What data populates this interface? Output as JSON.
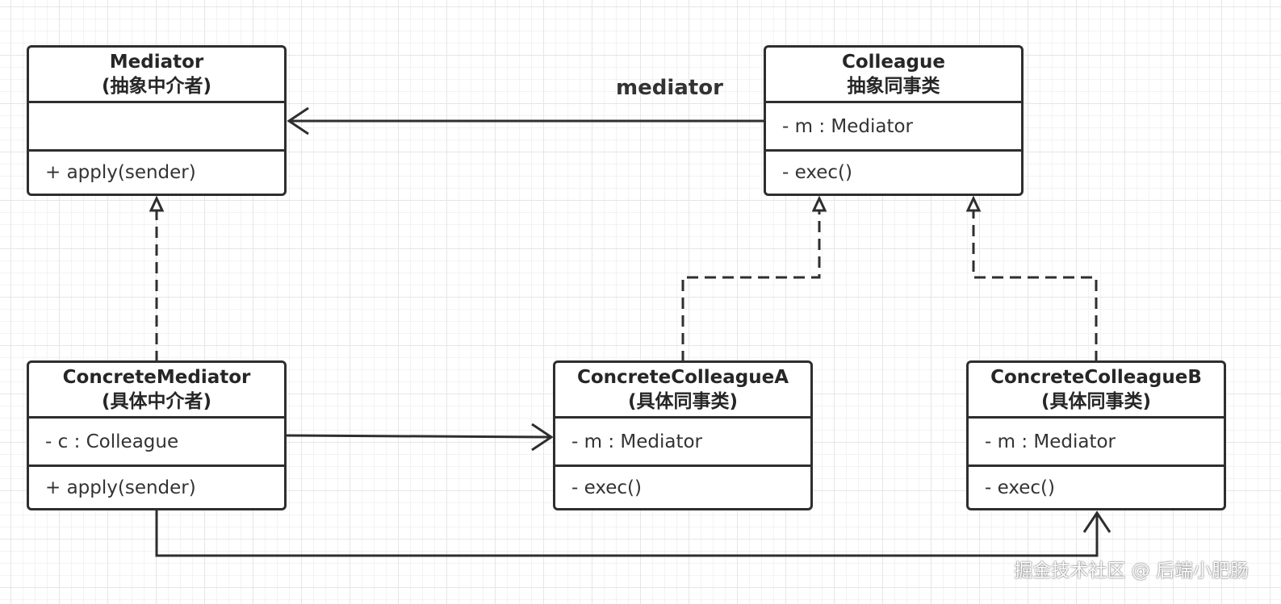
{
  "classes": {
    "mediator": {
      "name": "Mediator",
      "subtitle": "(抽象中介者)",
      "attributes": "",
      "methods": "+ apply(sender)"
    },
    "colleague": {
      "name": "Colleague",
      "subtitle": "抽象同事类",
      "attributes": "- m : Mediator",
      "methods": "- exec()"
    },
    "concrete_mediator": {
      "name": "ConcreteMediator",
      "subtitle": "(具体中介者)",
      "attributes": "- c : Colleague",
      "methods": "+ apply(sender)"
    },
    "concrete_colleague_a": {
      "name": "ConcreteColleagueA",
      "subtitle": "(具体同事类)",
      "attributes": "- m : Mediator",
      "methods": "- exec()"
    },
    "concrete_colleague_b": {
      "name": "ConcreteColleagueB",
      "subtitle": "(具体同事类)",
      "attributes": "- m : Mediator",
      "methods": "- exec()"
    }
  },
  "relations": {
    "mediator_label": "mediator"
  },
  "watermark": "掘金技术社区 @ 后端小肥肠",
  "colors": {
    "line": "#2e2e2e",
    "background": "#ffffff",
    "grid": "#e6e6e6"
  }
}
